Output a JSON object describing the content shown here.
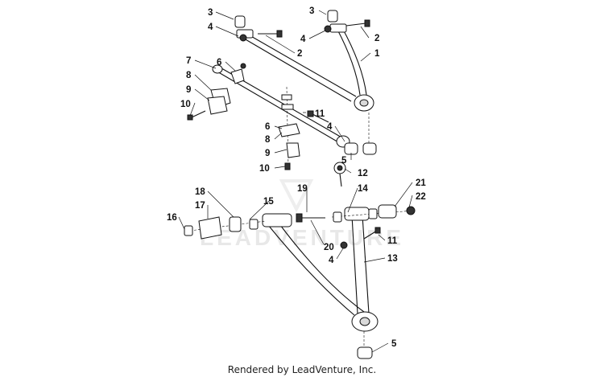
{
  "watermark": {
    "text": "LEADVENTURE"
  },
  "footer": {
    "text": "Rendered by LeadVenture, Inc."
  },
  "callouts": [
    "3",
    "4",
    "3",
    "4",
    "2",
    "2",
    "1",
    "7",
    "6",
    "8",
    "9",
    "10",
    "11",
    "6",
    "4",
    "8",
    "9",
    "5",
    "10",
    "12",
    "18",
    "17",
    "16",
    "15",
    "19",
    "14",
    "21",
    "22",
    "20",
    "11",
    "4",
    "13",
    "5"
  ]
}
